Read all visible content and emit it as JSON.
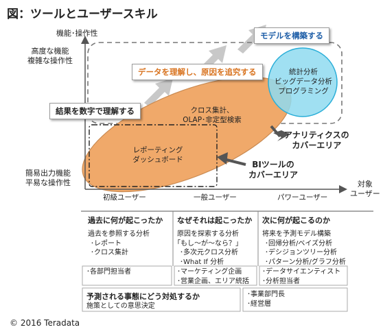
{
  "title": "図：ツールとユーザースキル",
  "y_axis": {
    "label": "機能･操作性",
    "high": [
      "高度な機能",
      "複雑な操作性"
    ],
    "low": [
      "簡易出力機能",
      "平易な操作性"
    ]
  },
  "x_axis": {
    "label": [
      "対象",
      "ユーザー"
    ],
    "ticks": [
      "初級ユーザー",
      "一般ユーザー",
      "パワーユーザー"
    ]
  },
  "callouts": {
    "model": "モデルを構築する",
    "data_understand": "データを理解し、原因を追究する",
    "numbers": "結果を数字で理解する"
  },
  "bubbles": {
    "report": [
      "レポーティング",
      "ダッシュボード"
    ],
    "cross": [
      "クロス集計、",
      "OLAP･非定型検索"
    ],
    "stats": [
      "統計分析",
      "ビッグデータ分析",
      "プログラミング"
    ]
  },
  "labels": {
    "analytics": [
      "アナリティクスの",
      "カバーエリア"
    ],
    "bi": [
      "BIツールの",
      "カバーエリア"
    ]
  },
  "columns": [
    {
      "head": "過去に何が起こったか",
      "lines": [
        "過去を参照する分析",
        "･レポート",
        "･クロス集計"
      ],
      "who": [
        "･各部門担当者"
      ]
    },
    {
      "head": "なぜそれは起こったか",
      "lines": [
        "原因を探索する分析",
        "｢もし～が～なら？｣",
        "･多次元クロス分析",
        "･What If 分析"
      ],
      "who": [
        "･マーケティング企画",
        "･営業企画、エリア統括"
      ]
    },
    {
      "head": "次に何が起こるのか",
      "lines": [
        "将来を予測モデル構築",
        "･回帰分析/ベイズ分析",
        "･デシジョンツリー分析",
        "･パターン分析/グラフ分析"
      ],
      "who": [
        "･データサイエンティスト",
        "･分析担当者"
      ]
    }
  ],
  "bottom": {
    "head": "予測される事態にどう対処するか",
    "sub": "施策としての意思決定",
    "who": [
      "･事業部門長",
      "･経営層"
    ]
  },
  "footer": "© 2016 Teradata",
  "colors": {
    "ellipse": "#f0a96a",
    "ellipse_stroke": "#c98a52",
    "circle": "#8fdaf0",
    "circle_stroke": "#2aaed8",
    "arrow": "#c8c8c8",
    "accent_blue": "#1f5fa8",
    "accent_orange": "#d8731f"
  }
}
